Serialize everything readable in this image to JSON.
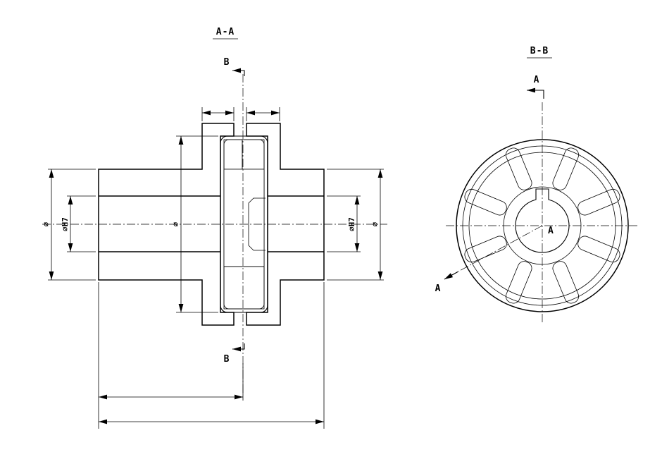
{
  "colors": {
    "line": "#000000",
    "background": "#ffffff"
  },
  "section_aa": {
    "title": "A-A",
    "cut_mark_top": "B",
    "cut_mark_bottom": "B",
    "dim_outer_left": "⌀",
    "dim_bore_left": "⌀H7",
    "dim_middle": "⌀",
    "dim_bore_right": "⌀H7",
    "dim_outer_right": "⌀"
  },
  "section_bb": {
    "title": "B-B",
    "cut_mark_top": "A",
    "cut_mark_diag": "A",
    "center_label": "A"
  }
}
